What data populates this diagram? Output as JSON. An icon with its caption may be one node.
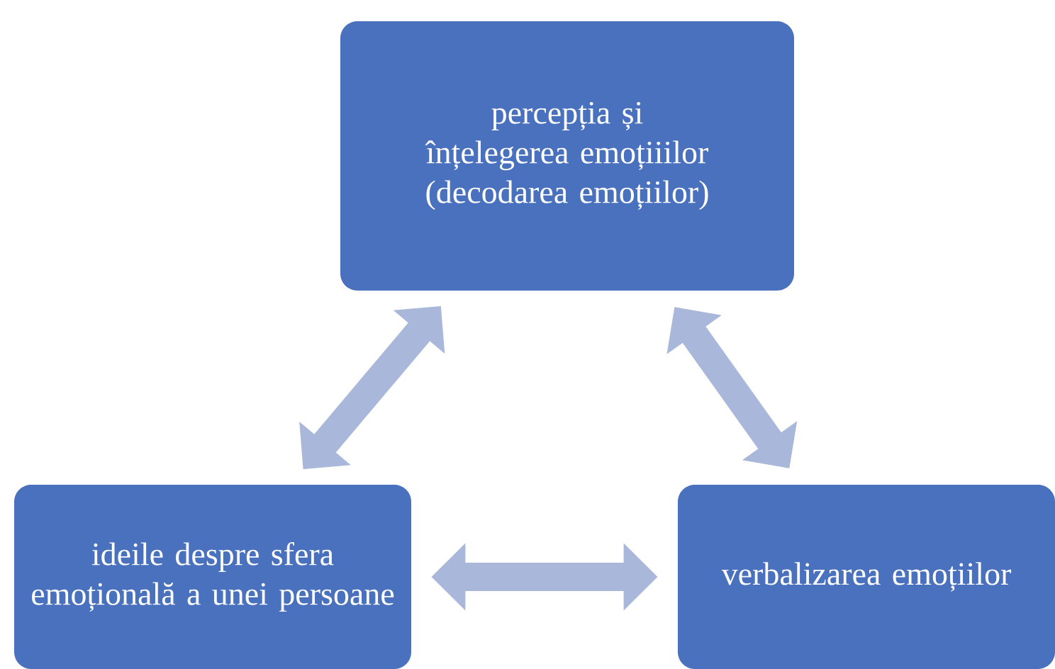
{
  "diagram": {
    "nodes": [
      {
        "text": [
          "percepția și înțelegerea emoțiiilor (decodarea emoțiilor)"
        ]
      },
      {
        "text": [
          "ideile despre sfera emoțională a unei persoane"
        ]
      },
      {
        "text": [
          "verbalizarea emoțiilor"
        ]
      }
    ],
    "edges": [
      {
        "from": 0,
        "to": 1,
        "arrow": "both"
      },
      {
        "from": 0,
        "to": 2,
        "arrow": "both"
      },
      {
        "from": 1,
        "to": 2,
        "arrow": "both"
      }
    ]
  }
}
